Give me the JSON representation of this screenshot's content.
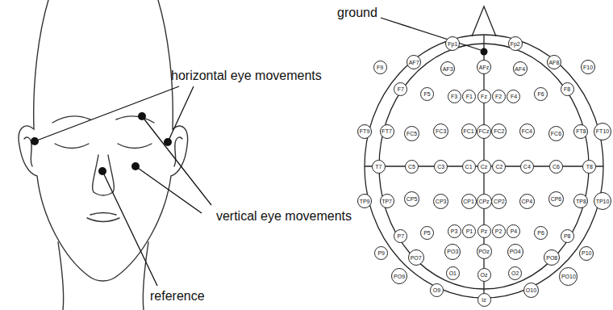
{
  "diagram": {
    "nodes": [
      {
        "text": [
          "Fp1"
        ]
      },
      {
        "text": [
          "Fp2"
        ]
      },
      {
        "text": [
          "F9"
        ]
      },
      {
        "text": [
          "AF7"
        ]
      },
      {
        "text": [
          "AF3"
        ]
      },
      {
        "text": [
          "AFz"
        ]
      },
      {
        "text": [
          "AF4"
        ]
      },
      {
        "text": [
          "AF8"
        ]
      },
      {
        "text": [
          "F10"
        ]
      },
      {
        "text": [
          "F7"
        ]
      },
      {
        "text": [
          "F5"
        ]
      },
      {
        "text": [
          "F3"
        ]
      },
      {
        "text": [
          "F1"
        ]
      },
      {
        "text": [
          "Fz"
        ]
      },
      {
        "text": [
          "F2"
        ]
      },
      {
        "text": [
          "F4"
        ]
      },
      {
        "text": [
          "F6"
        ]
      },
      {
        "text": [
          "F8"
        ]
      },
      {
        "text": [
          "FT9"
        ]
      },
      {
        "text": [
          "FT7"
        ]
      },
      {
        "text": [
          "FC5"
        ]
      },
      {
        "text": [
          "FC3"
        ]
      },
      {
        "text": [
          "FC1"
        ]
      },
      {
        "text": [
          "FCz"
        ]
      },
      {
        "text": [
          "FC2"
        ]
      },
      {
        "text": [
          "FC4"
        ]
      },
      {
        "text": [
          "FC6"
        ]
      },
      {
        "text": [
          "FT8"
        ]
      },
      {
        "text": [
          "FT10"
        ]
      },
      {
        "text": [
          "T7"
        ]
      },
      {
        "text": [
          "C5"
        ]
      },
      {
        "text": [
          "C3"
        ]
      },
      {
        "text": [
          "C1"
        ]
      },
      {
        "text": [
          "Cz"
        ]
      },
      {
        "text": [
          "C2"
        ]
      },
      {
        "text": [
          "C4"
        ]
      },
      {
        "text": [
          "C6"
        ]
      },
      {
        "text": [
          "T8"
        ]
      },
      {
        "text": [
          "TP9"
        ]
      },
      {
        "text": [
          "TP7"
        ]
      },
      {
        "text": [
          "CP5"
        ]
      },
      {
        "text": [
          "CP3"
        ]
      },
      {
        "text": [
          "CP1"
        ]
      },
      {
        "text": [
          "CPz"
        ]
      },
      {
        "text": [
          "CP2"
        ]
      },
      {
        "text": [
          "CP4"
        ]
      },
      {
        "text": [
          "CP6"
        ]
      },
      {
        "text": [
          "TP8"
        ]
      },
      {
        "text": [
          "TP10"
        ]
      },
      {
        "text": [
          "P7"
        ]
      },
      {
        "text": [
          "P5"
        ]
      },
      {
        "text": [
          "P3"
        ]
      },
      {
        "text": [
          "P1"
        ]
      },
      {
        "text": [
          "Pz"
        ]
      },
      {
        "text": [
          "P2"
        ]
      },
      {
        "text": [
          "P4"
        ]
      },
      {
        "text": [
          "P6"
        ]
      },
      {
        "text": [
          "P8"
        ]
      },
      {
        "text": [
          "P9"
        ]
      },
      {
        "text": [
          "PO7"
        ]
      },
      {
        "text": [
          "PO3"
        ]
      },
      {
        "text": [
          "POz"
        ]
      },
      {
        "text": [
          "PO4"
        ]
      },
      {
        "text": [
          "PO8"
        ]
      },
      {
        "text": [
          "P10"
        ]
      },
      {
        "text": [
          "PO9"
        ]
      },
      {
        "text": [
          "O1"
        ]
      },
      {
        "text": [
          "Oz"
        ]
      },
      {
        "text": [
          "O2"
        ]
      },
      {
        "text": [
          "PO10"
        ]
      },
      {
        "text": [
          "O9"
        ]
      },
      {
        "text": [
          "O10"
        ]
      },
      {
        "text": [
          "Iz"
        ]
      }
    ],
    "labels": [
      "ground",
      "horizontal eye movements",
      "vertical eye movements",
      "reference"
    ]
  }
}
